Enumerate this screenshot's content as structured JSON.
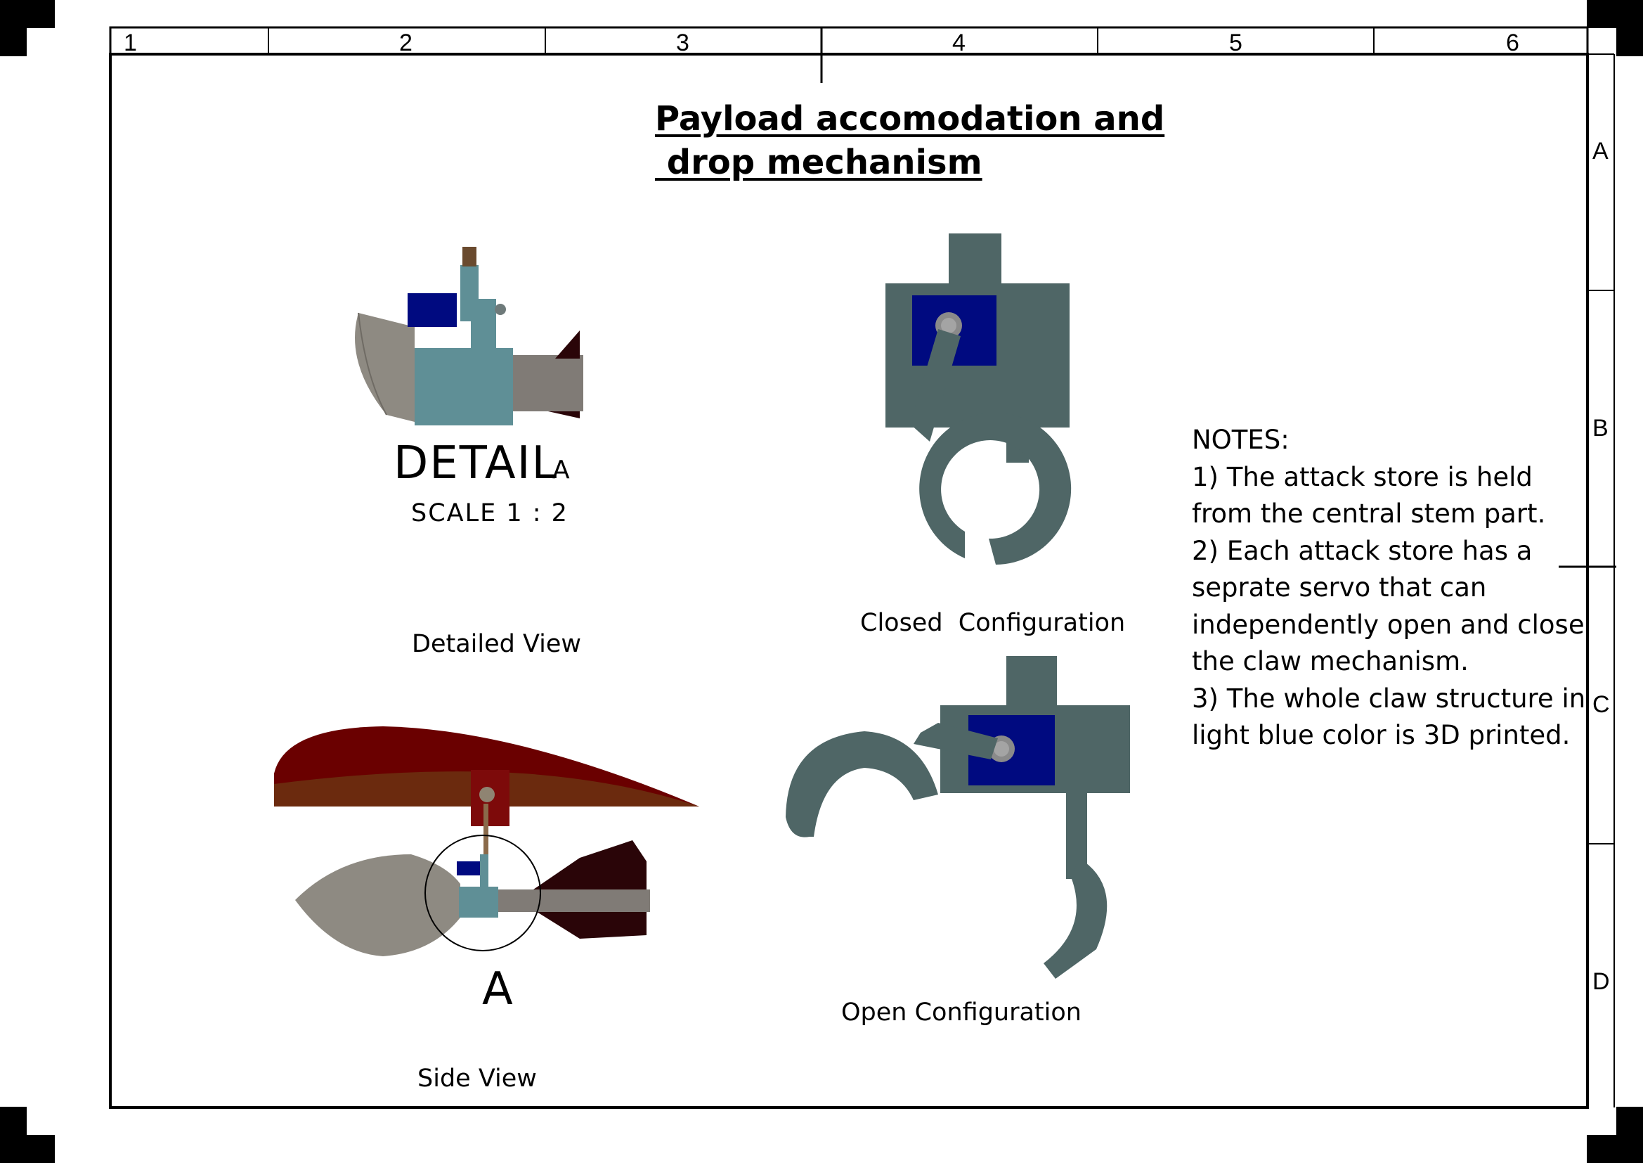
{
  "sheet": {
    "columns": [
      "1",
      "2",
      "3",
      "4",
      "5",
      "6"
    ],
    "rows": [
      "A",
      "B",
      "C",
      "D"
    ]
  },
  "title": {
    "line1": "Payload accomodation and",
    "line2": " drop mechanism"
  },
  "detail": {
    "label": "DETAIL",
    "letter": "A",
    "scale": "SCALE 1 : 2",
    "view_caption": "Detailed View"
  },
  "side": {
    "callout_letter": "A",
    "caption": "Side View"
  },
  "closed": {
    "caption": "Closed  Configuration"
  },
  "open": {
    "caption": "Open Configuration"
  },
  "notes": {
    "lines": [
      "NOTES:",
      "1) The attack store is held",
      "from the central stem part.",
      "2) Each attack store has a",
      "seprate servo that can",
      "independently open and close",
      "the claw mechanism.",
      "3) The whole claw structure in",
      "light blue color is 3D printed."
    ]
  },
  "colors": {
    "claw": "#4f6666",
    "part_light_blue": "#5f8f96",
    "servo": "#000a80",
    "nose": "#8e8a82",
    "wing_top": "#6a0000",
    "wing_bottom": "#6b2a0e",
    "fin": "#2a0508"
  }
}
